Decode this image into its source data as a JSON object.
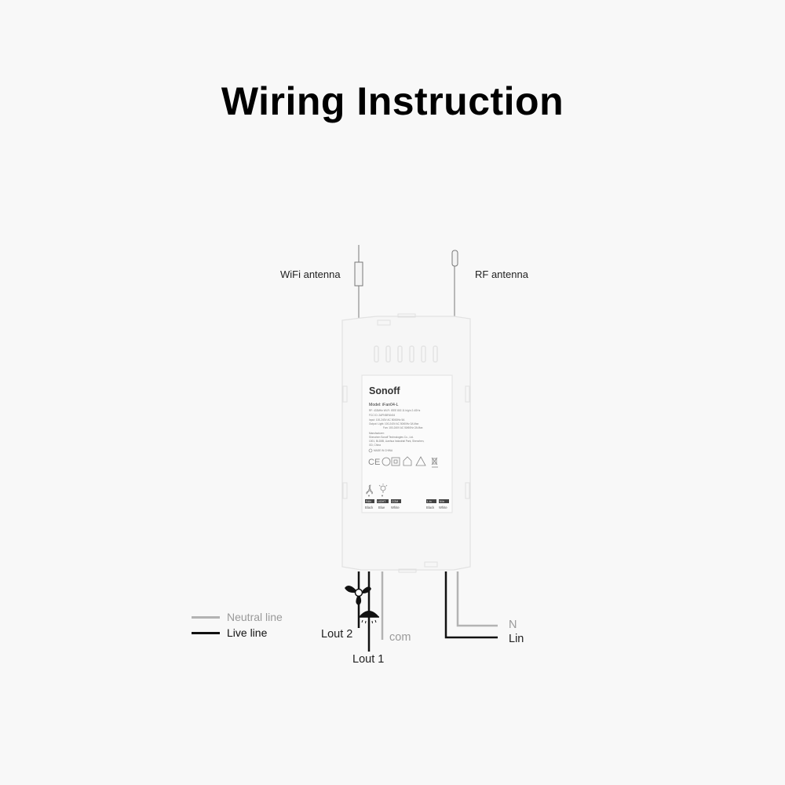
{
  "title": "Wiring Instruction",
  "antennas": {
    "wifi": "WiFi antenna",
    "rf": "RF antenna"
  },
  "device": {
    "brand": "Sonoff",
    "model": "Model: iFan04-L",
    "spec_lines": [
      "RF: 433MHz        Wi-Fi: IEEE 802.11 b/g/n 2.4GHz",
      "FCC ID: 2APN5IFAN04",
      "Input: 100-240V AC 50/60Hz 5A",
      "Output: Light: 100-240V AC 50/60Hz 3A Max",
      "Fan: 100-240V AC 50/60Hz 2A Max",
      "Manufacturer:",
      "Shenzhen Sonoff Technologies Co., Ltd.",
      "1001, BLD8B, Lianhua Industrial Park, Shenzhen,",
      "GD, China",
      "MADE IN CHINA"
    ],
    "terminals_left": [
      {
        "tag": "FAN",
        "color": "Black"
      },
      {
        "tag": "LIGHT",
        "color": "Blue"
      },
      {
        "tag": "COM",
        "color": "White"
      }
    ],
    "terminals_right": [
      {
        "tag": "L in",
        "color": "Black"
      },
      {
        "tag": "N in",
        "color": "White"
      }
    ]
  },
  "wires": {
    "lout2": "Lout 2",
    "com": "com",
    "lout1": "Lout 1",
    "n": "N",
    "lin": "Lin"
  },
  "legend": {
    "neutral": "Neutral line",
    "live": "Live line"
  },
  "colors": {
    "neutral": "#b3b3b3",
    "live": "#111111",
    "device_outline": "#e2e2e2"
  }
}
